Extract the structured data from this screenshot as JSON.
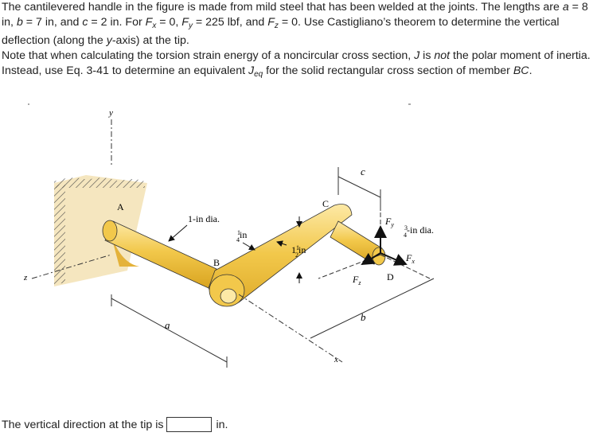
{
  "problem": {
    "sentence1": "The cantilevered handle in the figure is made from mild steel that has been welded at the joints. The lengths are",
    "a_var": "a",
    "a_val": " = 8 in,",
    "b_var": "b",
    "b_val": " = 7 in, and",
    "c_var": "c",
    "c_val": " = 2 in. For",
    "fx_var": "F",
    "fx_sub": "x",
    "fx_val": " = 0,",
    "fy_var": "F",
    "fy_sub": "y",
    "fy_val": " = 225 lbf, and",
    "fz_var": "F",
    "fz_sub": "z",
    "fz_val": " = 0. Use Castigliano’s theorem to determine the vertical deflection (along the",
    "yaxis_var": "y",
    "yaxis_rest": "-axis) at the tip.",
    "note_start": "Note that when calculating the torsion strain energy of a noncircular cross section,",
    "j_var": "J",
    "is_text": " is ",
    "not_text": "not",
    "note_mid": " the polar moment of inertia. Instead, use Eq. 3-41 to determine an equivalent",
    "jeq_var": "J",
    "jeq_sub": "eq",
    "note_end": " for the solid rectangular cross section of member",
    "bc_var": "BC",
    "period": "."
  },
  "figure": {
    "label_y": "y",
    "label_z": "z",
    "label_x": "x",
    "label_A": "A",
    "label_B": "B",
    "label_C": "C",
    "label_D": "D",
    "label_a": "a",
    "label_b": "b",
    "label_c": "c",
    "dim_1in_dia": "1-in dia.",
    "dim_quarter_num": "1",
    "dim_quarter_den": "4",
    "dim_quarter_unit": "in",
    "dim_one_half_whole": "1",
    "dim_one_half_num": "1",
    "dim_one_half_den": "2",
    "dim_one_half_unit": "in",
    "dim_three_quarter_num": "3",
    "dim_three_quarter_den": "4",
    "dim_three_quarter_unit": "-in dia.",
    "force_Fy": "F",
    "force_Fy_sub": "y",
    "force_Fx": "F",
    "force_Fx_sub": "x",
    "force_Fz": "F",
    "force_Fz_sub": "z"
  },
  "answer": {
    "label": "The vertical direction at the tip is",
    "value": "",
    "unit": "in."
  },
  "colors": {
    "bar_fill": "#f2c84b",
    "bar_highlight": "#fde9a6",
    "bar_shadow": "#d9a420",
    "wall_fill": "#f5e6bf",
    "shadow_fill": "#e4b23a"
  }
}
